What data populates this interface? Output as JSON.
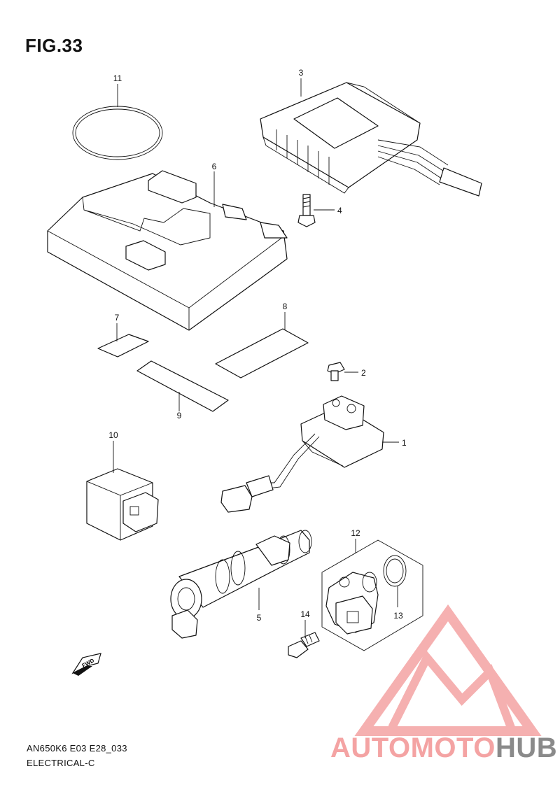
{
  "figure": {
    "title": "FIG.33"
  },
  "callouts": {
    "c1": "1",
    "c2": "2",
    "c3": "3",
    "c4": "4",
    "c5": "5",
    "c6": "6",
    "c7": "7",
    "c8": "8",
    "c9": "9",
    "c10": "10",
    "c11": "11",
    "c12": "12",
    "c13": "13",
    "c14": "14"
  },
  "fwd_arrow": {
    "label": "FWD"
  },
  "footer": {
    "model_code": "AN650K6 E03 E28_033",
    "section": "ELECTRICAL-C"
  },
  "watermark": {
    "text_part1": "AUTOMOTO",
    "text_part2": "HUB",
    "color_main": "#f4a3a3",
    "color_dark": "#8a8a8a"
  }
}
